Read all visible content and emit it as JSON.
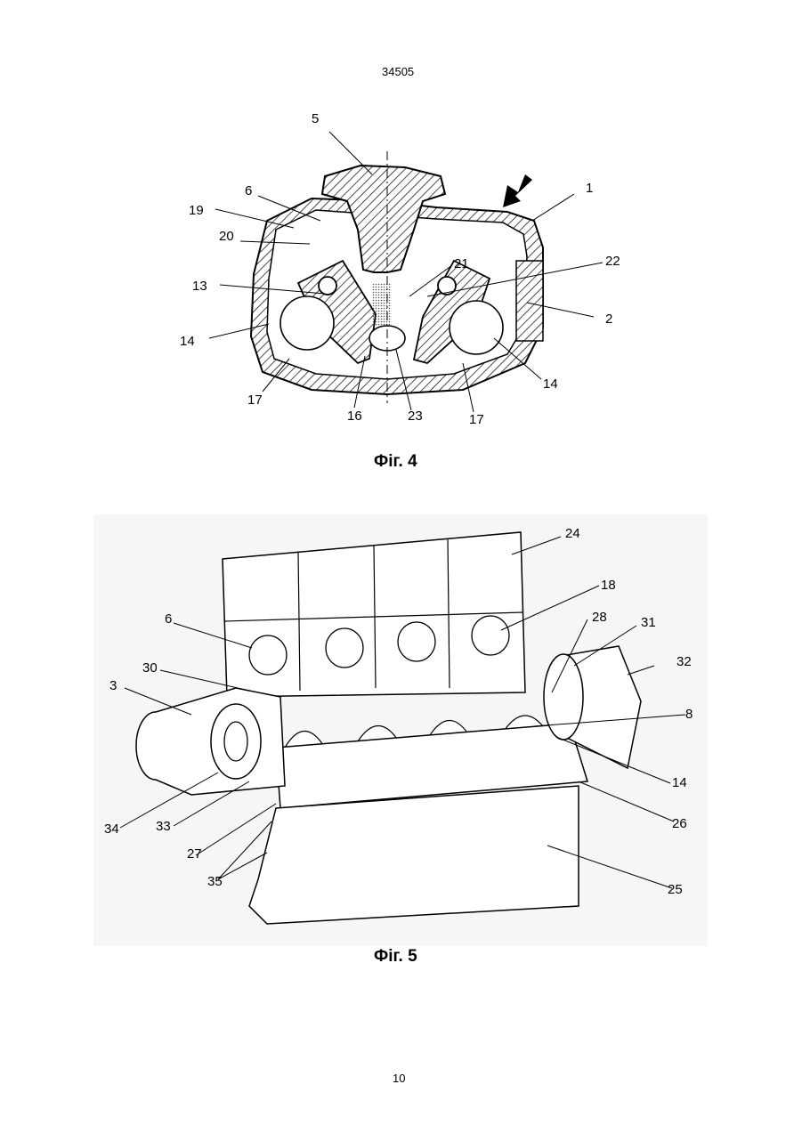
{
  "header": {
    "doc_number": "34505"
  },
  "footer": {
    "page_number": "10"
  },
  "figure4": {
    "caption": "Фіг. 4",
    "labels": [
      "5",
      "6",
      "19",
      "20",
      "1",
      "21",
      "22",
      "13",
      "2",
      "14",
      "14",
      "17",
      "16",
      "23",
      "17"
    ]
  },
  "figure5": {
    "caption": "Фіг. 5",
    "labels": [
      "24",
      "18",
      "6",
      "28",
      "31",
      "30",
      "32",
      "3",
      "8",
      "14",
      "26",
      "34",
      "33",
      "27",
      "35",
      "25"
    ]
  },
  "colors": {
    "ink": "#000000",
    "paper": "#ffffff",
    "photo_bg": "#f6f6f6"
  }
}
